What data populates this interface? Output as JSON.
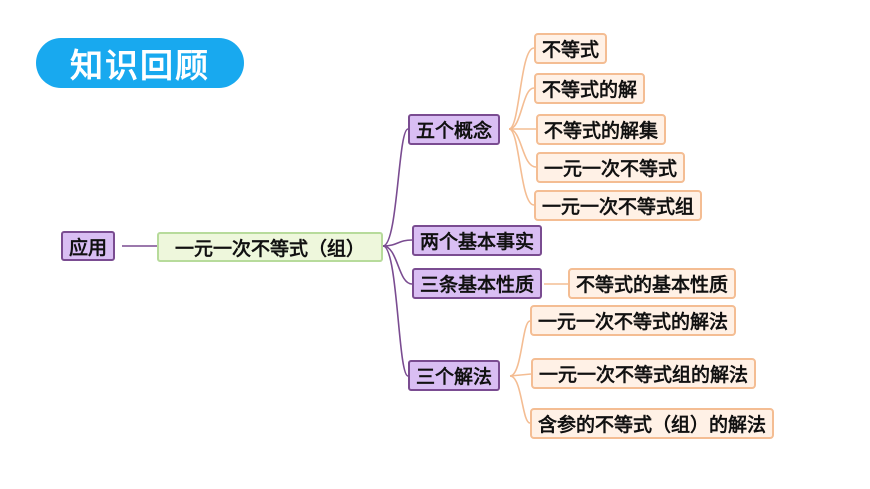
{
  "title": "知识回顾",
  "root": "一元一次不等式（组）",
  "application": "应用",
  "branches": {
    "concepts": {
      "label": "五个概念",
      "items": [
        "不等式",
        "不等式的解",
        "不等式的解集",
        "一元一次不等式",
        "一元一次不等式组"
      ]
    },
    "facts": {
      "label": "两个基本事实"
    },
    "properties": {
      "label": "三条基本性质",
      "items": [
        "不等式的基本性质"
      ]
    },
    "methods": {
      "label": "三个解法",
      "items": [
        "一元一次不等式的解法",
        "一元一次不等式组的解法",
        "含参的不等式（组）的解法"
      ]
    }
  },
  "colors": {
    "title_bg": "#18a9ef",
    "branch_fill": "#d9bef3",
    "branch_border": "#7a4c91",
    "root_fill": "#eef7dc",
    "root_border": "#b7db9b",
    "leaf_fill": "#fff1e6",
    "leaf_border": "#f4bd93"
  }
}
